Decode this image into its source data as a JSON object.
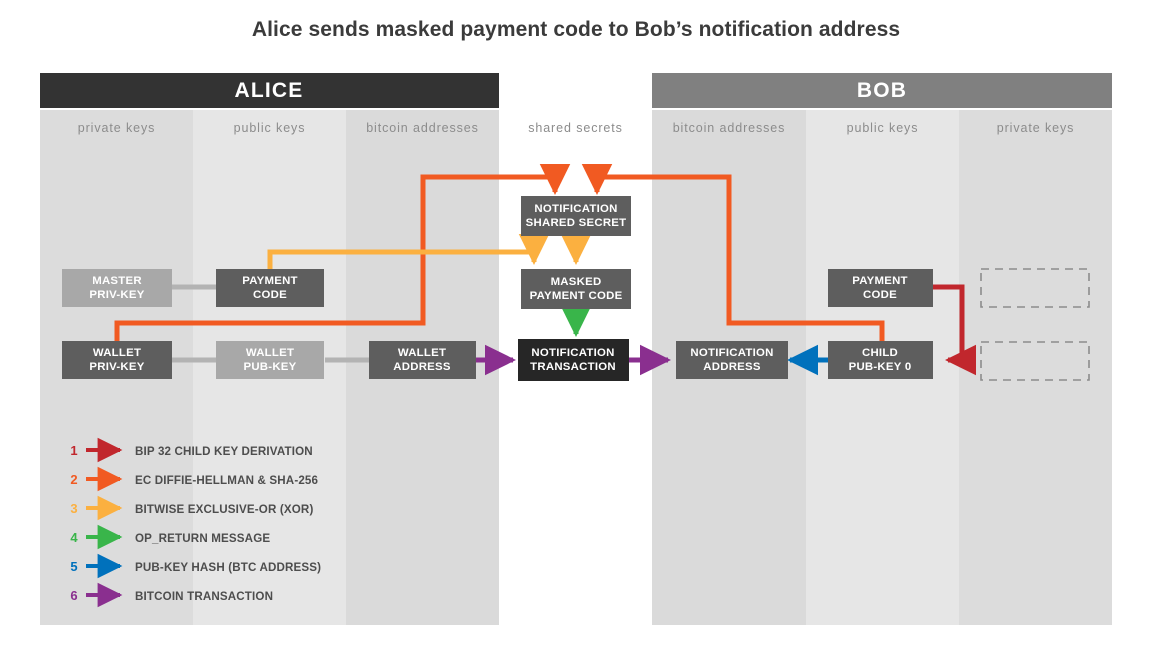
{
  "title": "Alice sends masked payment code to Bob’s notification address",
  "headers": [
    {
      "name": "alice",
      "label": "ALICE",
      "color": "#333333"
    },
    {
      "name": "bob",
      "label": "BOB",
      "color": "#808080"
    }
  ],
  "columns": [
    {
      "name": "alice-private-keys",
      "label": "private keys",
      "fill": "#dcdcdc"
    },
    {
      "name": "alice-public-keys",
      "label": "public keys",
      "fill": "#e6e6e6"
    },
    {
      "name": "alice-bitcoin-addresses",
      "label": "bitcoin addresses",
      "fill": "#dadada"
    },
    {
      "name": "shared-secrets",
      "label": "shared secrets",
      "fill": "#ffffff"
    },
    {
      "name": "bob-bitcoin-addresses",
      "label": "bitcoin addresses",
      "fill": "#dadada"
    },
    {
      "name": "bob-public-keys",
      "label": "public keys",
      "fill": "#e6e6e6"
    },
    {
      "name": "bob-private-keys",
      "label": "private keys",
      "fill": "#dcdcdc"
    }
  ],
  "nodes": [
    {
      "name": "master-priv-key",
      "lines": [
        "MASTER",
        "PRIV-KEY"
      ],
      "fill": "#a8a8a8"
    },
    {
      "name": "payment-code-alice",
      "lines": [
        "PAYMENT",
        "CODE"
      ],
      "fill": "#5e5e5e"
    },
    {
      "name": "notification-shared-secret",
      "lines": [
        "NOTIFICATION",
        "SHARED SECRET"
      ],
      "fill": "#5e5e5e"
    },
    {
      "name": "masked-payment-code",
      "lines": [
        "MASKED",
        "PAYMENT CODE"
      ],
      "fill": "#5e5e5e"
    },
    {
      "name": "payment-code-bob",
      "lines": [
        "PAYMENT",
        "CODE"
      ],
      "fill": "#5e5e5e"
    },
    {
      "name": "wallet-priv-key",
      "lines": [
        "WALLET",
        "PRIV-KEY"
      ],
      "fill": "#5e5e5e"
    },
    {
      "name": "wallet-pub-key",
      "lines": [
        "WALLET",
        "PUB-KEY"
      ],
      "fill": "#a8a8a8"
    },
    {
      "name": "wallet-address",
      "lines": [
        "WALLET",
        "ADDRESS"
      ],
      "fill": "#5e5e5e"
    },
    {
      "name": "notification-transaction",
      "lines": [
        "NOTIFICATION",
        "TRANSACTION"
      ],
      "fill": "#262626"
    },
    {
      "name": "notification-address",
      "lines": [
        "NOTIFICATION",
        "ADDRESS"
      ],
      "fill": "#5e5e5e"
    },
    {
      "name": "child-pub-key-0",
      "lines": [
        "CHILD",
        "PUB-KEY 0"
      ],
      "fill": "#5e5e5e"
    }
  ],
  "legend": [
    {
      "num": "1",
      "label": "BIP 32 CHILD KEY DERIVATION",
      "color": "#c1272d"
    },
    {
      "num": "2",
      "label": "EC DIFFIE-HELLMAN & SHA-256",
      "color": "#f15a22"
    },
    {
      "num": "3",
      "label": "BITWISE EXCLUSIVE-OR (XOR)",
      "color": "#fbb040"
    },
    {
      "num": "4",
      "label": "OP_RETURN MESSAGE",
      "color": "#39b54a"
    },
    {
      "num": "5",
      "label": "PUB-KEY HASH (BTC ADDRESS)",
      "color": "#0071bc"
    },
    {
      "num": "6",
      "label": "BITCOIN TRANSACTION",
      "color": "#8a2f8f"
    }
  ],
  "colors": {
    "red": "#c1272d",
    "orange": "#f15a22",
    "yellow": "#fbb040",
    "green": "#39b54a",
    "blue": "#0071bc",
    "purple": "#8a2f8f",
    "gray_link": "#b3b3b3",
    "placeholder_border": "#8c8c8c"
  }
}
